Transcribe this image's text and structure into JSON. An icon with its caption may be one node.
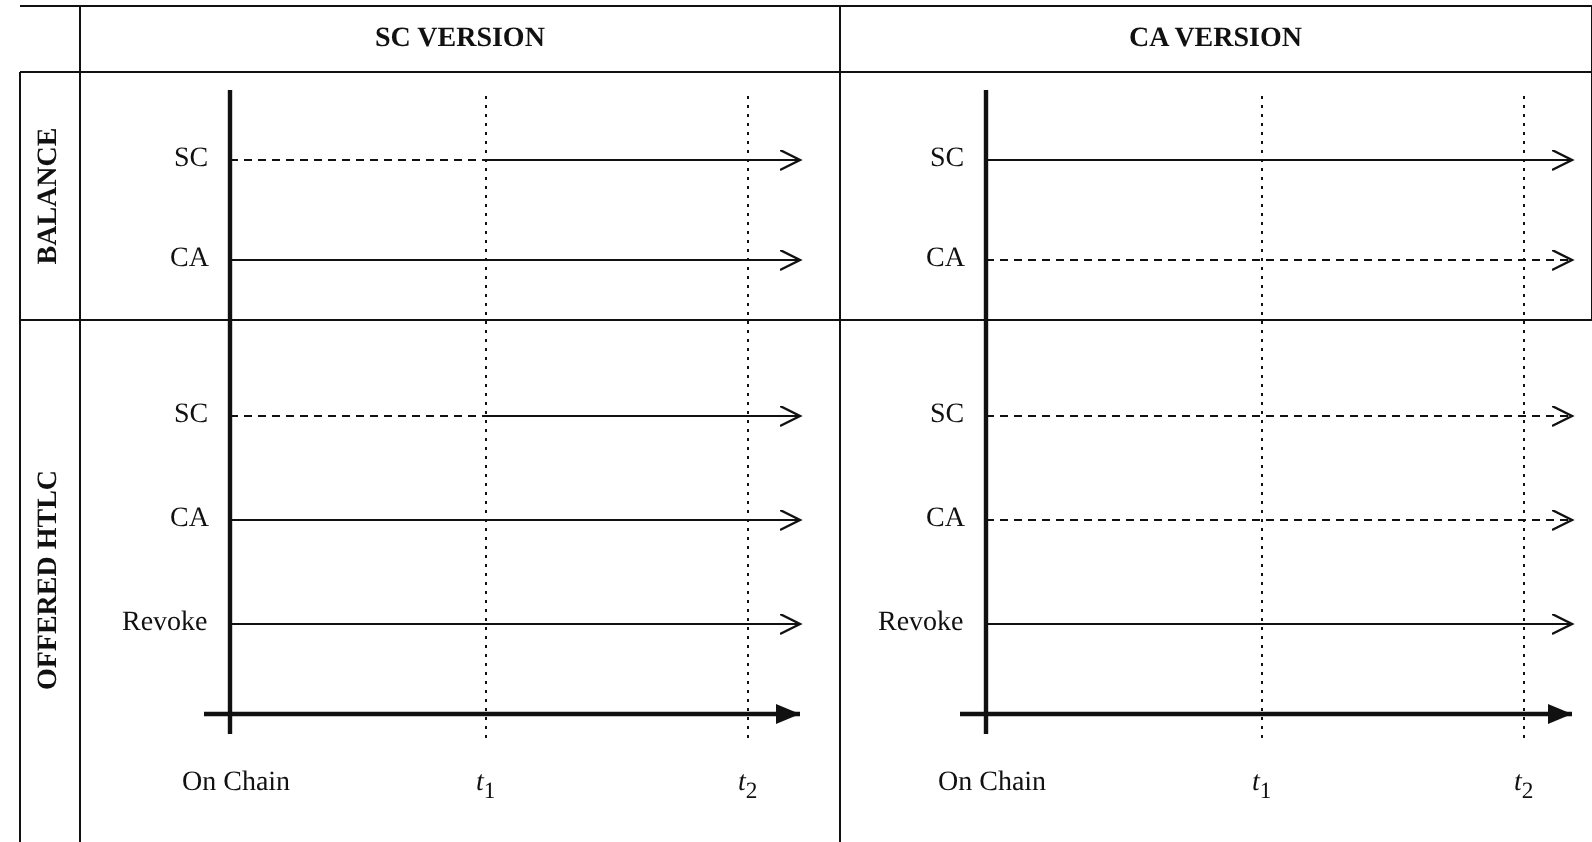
{
  "diagram": {
    "labels": [
      "SC VERSION",
      "CA VERSION",
      "BALANCE",
      "SC",
      "SC",
      "CA",
      "CA",
      "OFFERED HTLC",
      "SC",
      "SC",
      "CA",
      "CA",
      "Revoke",
      "Revoke",
      "On Chain",
      "*t*$_{1}$",
      "*t*$_{2}$",
      "On Chain",
      "*t*$_{1}$",
      "*t*$_{2}$"
    ]
  }
}
